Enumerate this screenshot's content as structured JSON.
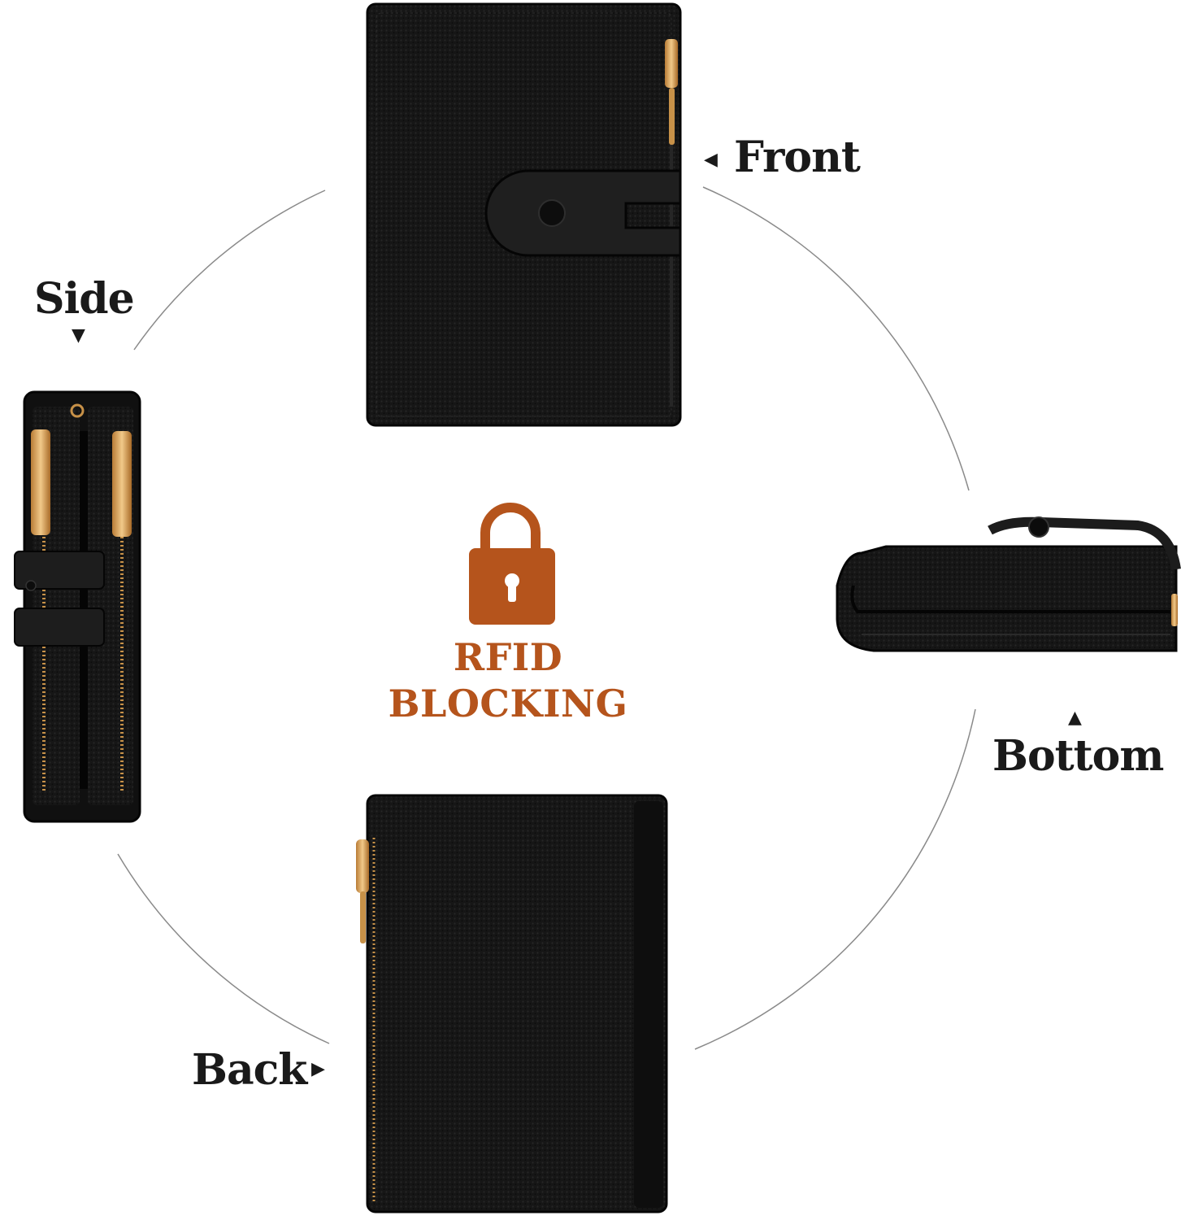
{
  "views": {
    "front": "Front",
    "side": "Side",
    "bottom": "Bottom",
    "back": "Back"
  },
  "badge": {
    "line1": "RFID",
    "line2": "BLOCKING"
  },
  "colors": {
    "accent": "#b5541c",
    "leather": "#141414",
    "zipper": "#d9a35a",
    "circle": "#8a8a8a"
  },
  "icons": [
    "padlock-icon",
    "arrow-left-icon",
    "arrow-down-icon",
    "arrow-up-icon",
    "arrow-right-icon"
  ]
}
